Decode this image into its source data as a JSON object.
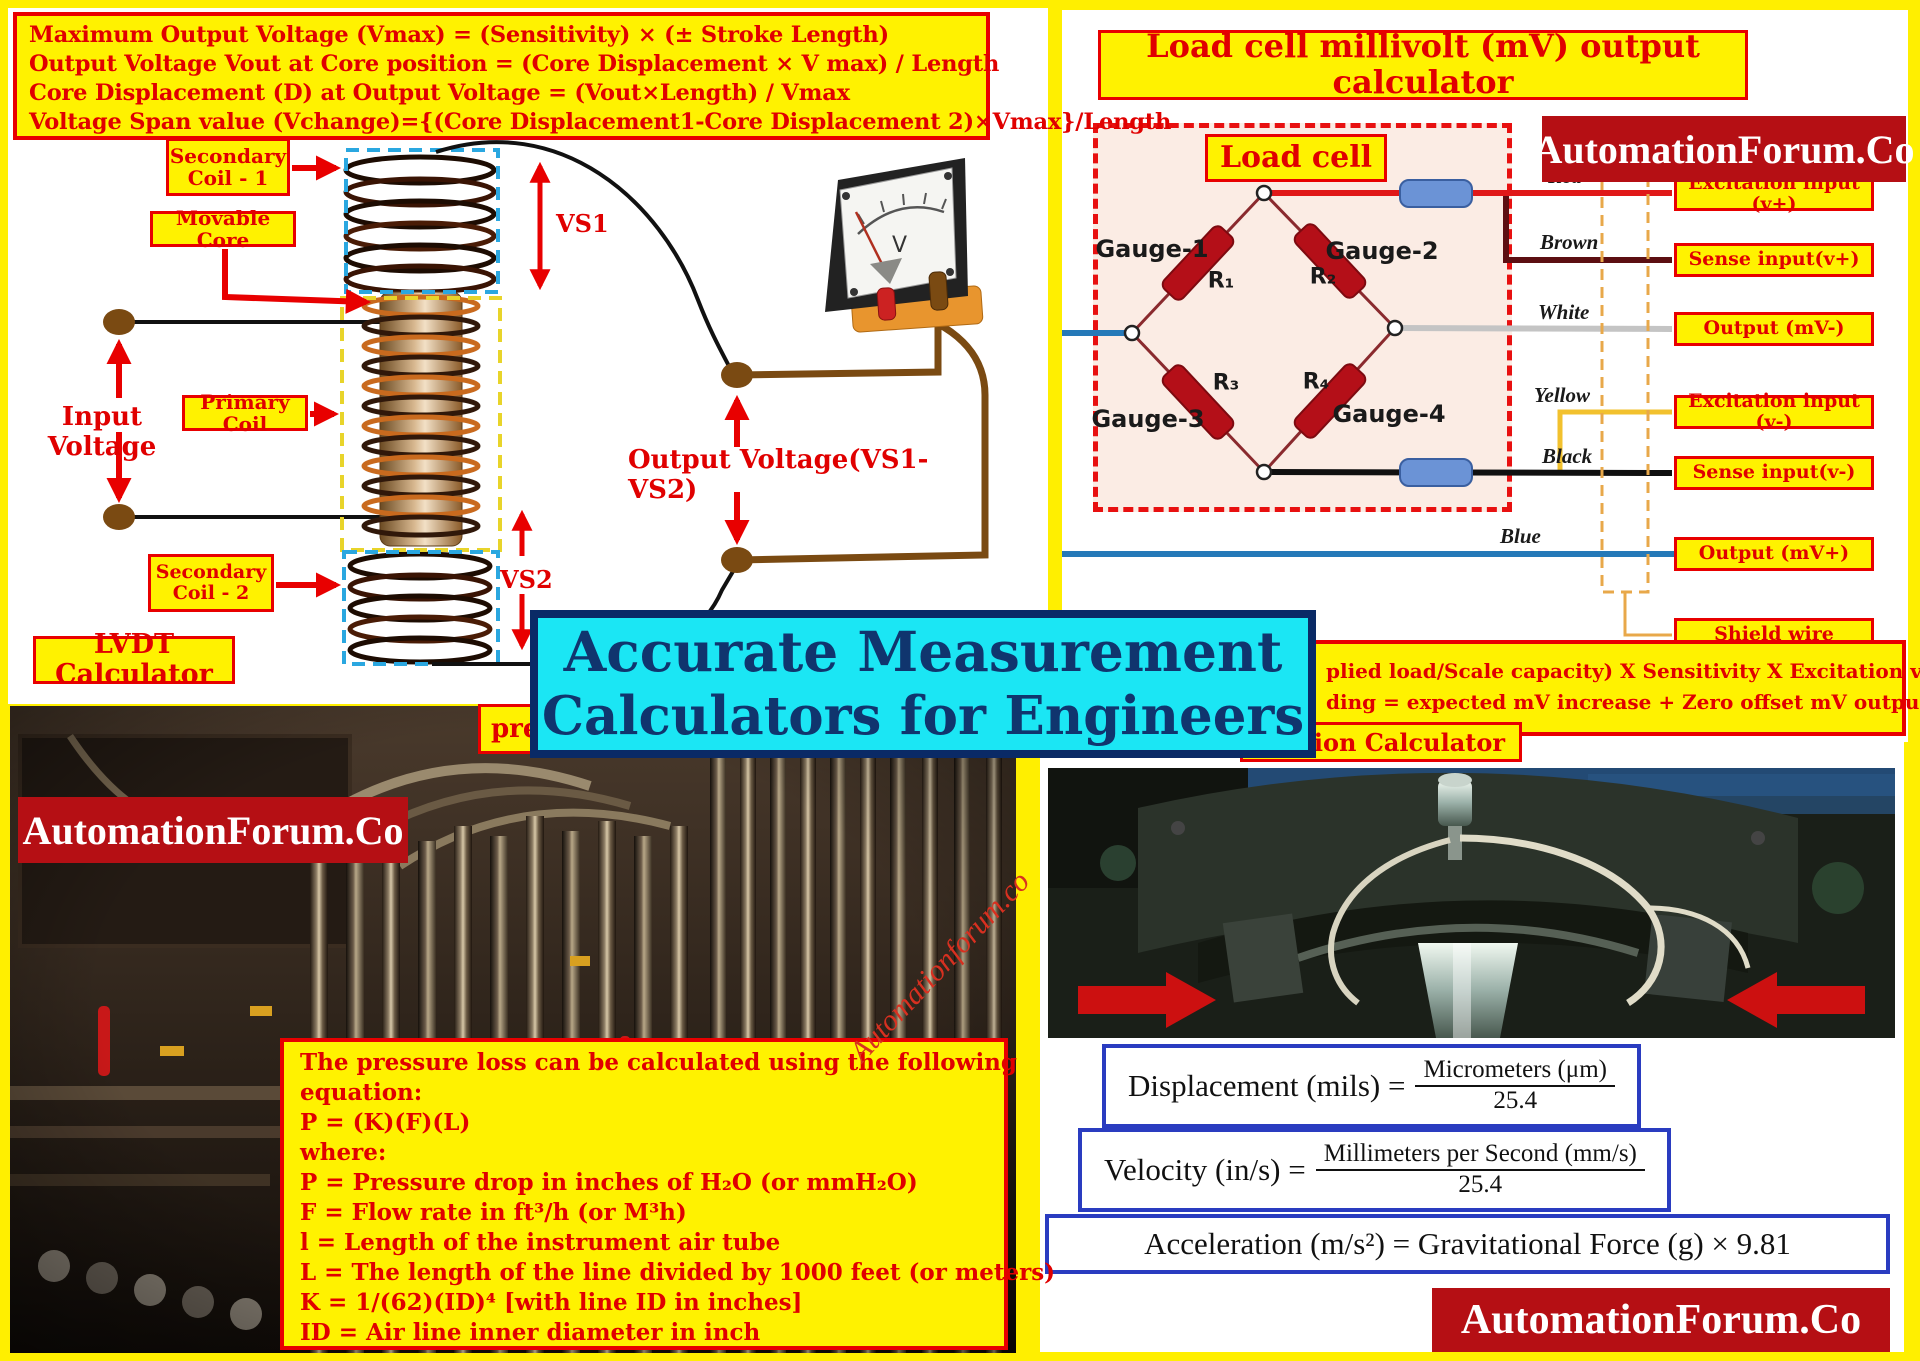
{
  "banner": {
    "line1": "Accurate Measurement",
    "line2": "Calculators for Engineers"
  },
  "brand": "AutomationForum.Co",
  "colors": {
    "page_yellow": "#ffef00",
    "accent_red": "#e80000",
    "banner_cyan": "#1be6f4",
    "banner_navy": "#10356e",
    "brand_red": "#b50f14",
    "connector_blue": "#6b93d6"
  },
  "lvdt": {
    "formula_lines": [
      "Maximum Output Voltage (Vmax) = (Sensitivity) × (± Stroke Length)",
      "Output Voltage Vout at Core position = (Core Displacement × V max) / Length",
      "Core Displacement (D) at Output Voltage = (Vout×Length) / Vmax",
      "Voltage Span value (Vchange)={(Core Displacement1-Core Displacement 2)×Vmax}/Length"
    ],
    "labels": {
      "secondary1": "Secondary Coil - 1",
      "movable_core": "Movable Core",
      "input_voltage": "Input Voltage",
      "primary": "Primary Coil",
      "secondary2": "Secondary Coil - 2",
      "vs1": "VS1",
      "vs2": "VS2",
      "output_voltage": "Output Voltage(VS1- VS2)",
      "title": "LVDT Calculator",
      "meter_v": "V"
    }
  },
  "loadcell": {
    "title": "Load cell millivolt (mV) output calculator",
    "box_title": "Load cell",
    "gauges": {
      "g1": "Gauge-1",
      "g2": "Gauge-2",
      "g3": "Gauge-3",
      "g4": "Gauge-4",
      "r1": "R₁",
      "r2": "R₂",
      "r3": "R₃",
      "r4": "R₄"
    },
    "wires": [
      {
        "name": "Red",
        "hex": "#e01818",
        "label": "Excitation input (v+)"
      },
      {
        "name": "Brown",
        "hex": "#5c0f12",
        "label": "Sense input(v+)"
      },
      {
        "name": "White",
        "hex": "#c4c4c4",
        "label": "Output (mV-)"
      },
      {
        "name": "Yellow",
        "hex": "#f2c12e",
        "label": "Excitation input (v-)"
      },
      {
        "name": "Black",
        "hex": "#101010",
        "label": "Sense input(v-)"
      },
      {
        "name": "Blue",
        "hex": "#2579b8",
        "label": "Output (mV+)"
      }
    ],
    "shield_label": "Shield wire",
    "formula_line1": "plied load/Scale capacity) X Sensitivity X Excitation voltage",
    "formula_line2": "ding = expected mV increase + Zero offset mV output"
  },
  "pressure": {
    "partial_title": "pre",
    "lines": [
      "The pressure loss can be calculated using the following",
      "equation:",
      "P = (K)(F)(L)",
      "where:",
      "P = Pressure drop in inches of H₂O (or mmH₂O)",
      "F = Flow rate in ft³/h (or M³h)",
      "l = Length of the instrument air tube",
      "L = The length of the line divided by 1000 feet (or meters)",
      "K = 1/(62)(ID)⁴ [with line ID in inches]",
      "ID = Air line inner diameter in inch"
    ]
  },
  "vibration": {
    "partial_title": "sion Calculator",
    "watermark": "Automationforum.co",
    "f1_lhs": "Displacement (mils) =",
    "f1_num": "Micrometers (μm)",
    "f1_den": "25.4",
    "f2_lhs": "Velocity (in/s) =",
    "f2_num": "Millimeters per Second (mm/s)",
    "f2_den": "25.4",
    "f3": "Acceleration (m/s²) = Gravitational Force (g) × 9.81"
  }
}
